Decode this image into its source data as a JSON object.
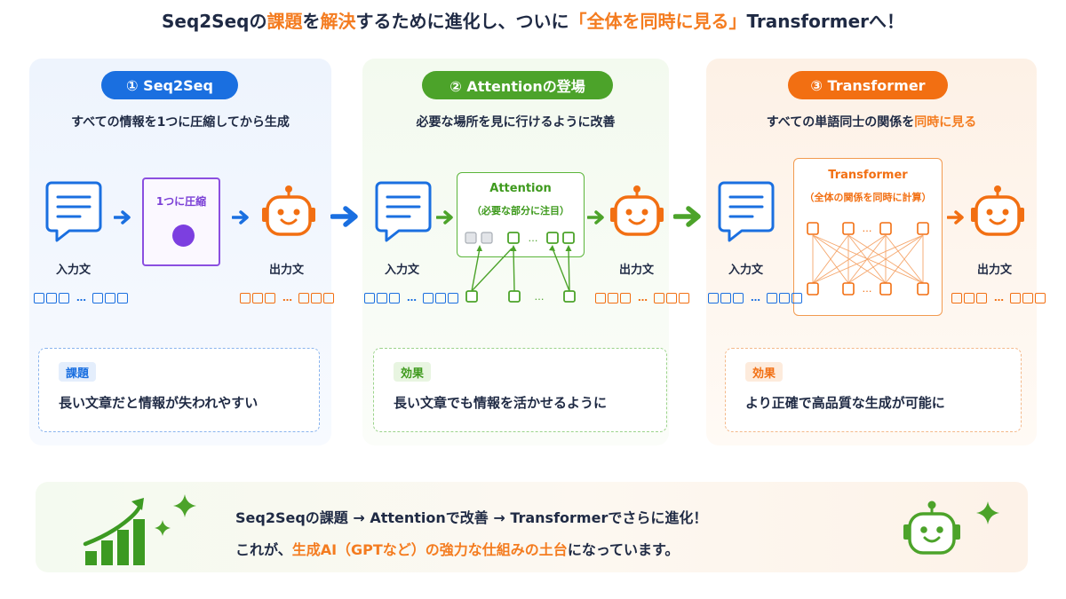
{
  "title": {
    "part1": "Seq2Seqの",
    "part2": "課題",
    "part3": "を",
    "part4": "解決",
    "part5": "するために進化し、ついに",
    "part6": "「全体を同時に見る」",
    "part7": "Transformerへ！"
  },
  "panels": [
    {
      "pill": "① Seq2Seq",
      "subtitle": "すべての情報を1つに圧縮してから生成",
      "box_label": "1つに圧縮",
      "input_label": "入力文",
      "output_label": "出力文",
      "dots": "…",
      "result_tag": "課題",
      "result_text": "長い文章だと情報が失われやすい"
    },
    {
      "pill": "② Attentionの登場",
      "subtitle": "必要な場所を見に行けるように改善",
      "box_label": "Attention",
      "box_sub": "（必要な部分に注目）",
      "input_label": "入力文",
      "output_label": "出力文",
      "dots": "…",
      "result_tag": "効果",
      "result_text": "長い文章でも情報を活かせるように"
    },
    {
      "pill": "③ Transformer",
      "subtitle_a": "すべての単語同士の関係を",
      "subtitle_b": "同時に見る",
      "box_label": "Transformer",
      "box_sub": "（全体の関係を同時に計算）",
      "input_label": "入力文",
      "output_label": "出力文",
      "dots": "…",
      "result_tag": "効果",
      "result_text": "より正確で高品質な生成が可能に"
    }
  ],
  "summary": {
    "line1": "Seq2Seqの課題 → Attentionで改善 → Transformerでさらに進化！",
    "line2_a": "これが、",
    "line2_b": "生成AI（GPTなど）の強力な仕組みの土台",
    "line2_c": "になっています。"
  },
  "colors": {
    "blue": "#1a6fe0",
    "green": "#4ca32a",
    "orange": "#f26f12",
    "purple": "#7c3fe0",
    "text": "#1f2a44"
  },
  "icons": {
    "chat": "chat-bubble-icon",
    "robot": "robot-icon",
    "arrow": "arrow-right-icon",
    "growth": "growth-chart-icon",
    "sparkle": "sparkle-icon"
  }
}
